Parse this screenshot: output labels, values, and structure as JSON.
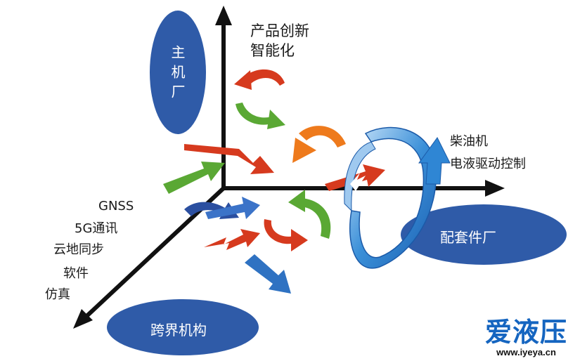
{
  "axes": {
    "up_label_line1": "产品创新",
    "up_label_line2": "智能化",
    "right_label_line1": "柴油机",
    "right_label_line2": "电液驱动控制",
    "diag_labels": [
      "GNSS",
      "5G通讯",
      "云地同步",
      "软件",
      "仿真"
    ]
  },
  "ellipses": {
    "top_left": "主机厂",
    "right": "配套件厂",
    "bottom": "跨界机构"
  },
  "watermark": {
    "logo": "爱液压",
    "url": "www.iyeya.cn"
  },
  "colors": {
    "axis": "#111111",
    "ellipse": "#2f5ba8",
    "red": "#d63a1e",
    "green": "#5aa834",
    "orange": "#ee7a1c",
    "blue": "#2f6fc0",
    "dark_blue": "#2b4fa0"
  }
}
